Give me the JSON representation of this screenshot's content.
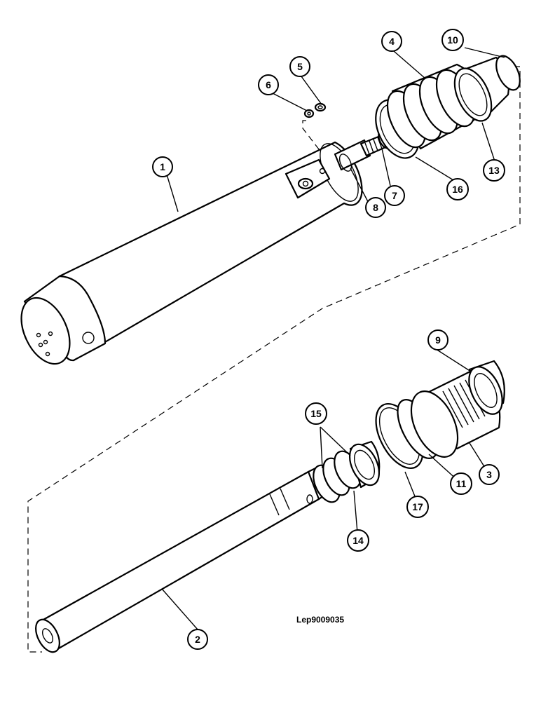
{
  "drawing_code": "Lep9009035",
  "callouts": [
    {
      "label": "1"
    },
    {
      "label": "2"
    },
    {
      "label": "3"
    },
    {
      "label": "4"
    },
    {
      "label": "5"
    },
    {
      "label": "6"
    },
    {
      "label": "7"
    },
    {
      "label": "8"
    },
    {
      "label": "9"
    },
    {
      "label": "10"
    },
    {
      "label": "11"
    },
    {
      "label": "13"
    },
    {
      "label": "14"
    },
    {
      "label": "15"
    },
    {
      "label": "16"
    },
    {
      "label": "17"
    }
  ]
}
